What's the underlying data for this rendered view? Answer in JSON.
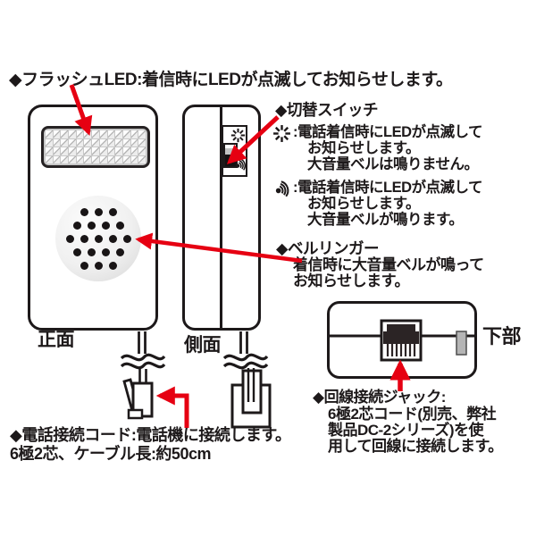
{
  "colors": {
    "accent_red": "#e60012",
    "ink": "#1d191a",
    "tab_gray": "#b5b5b5"
  },
  "icons": {
    "flash": "flash-burst-icon",
    "bell": "sound-waves-icon"
  },
  "flash_led_note": "◆フラッシュLED:着信時にLEDが点滅してお知らせします。",
  "front_view": {
    "label": "正面"
  },
  "side_view": {
    "label": "側面"
  },
  "bottom_view": {
    "label": "下部"
  },
  "switch_section": {
    "title": "◆切替スイッチ",
    "modes": [
      {
        "icon": "flash-burst-icon",
        "lines": [
          ":電話着信時にLEDが点滅して",
          "お知らせします。",
          "大音量ベルは鳴りません。"
        ]
      },
      {
        "icon": "sound-waves-icon",
        "lines": [
          ":電話着信時にLEDが点滅して",
          "お知らせします。",
          "大音量ベルが鳴ります。"
        ]
      }
    ]
  },
  "bell_ringer_section": {
    "title": "◆ベルリンガー",
    "lines": [
      "着信時に大音量ベルが鳴って",
      "お知らせします。"
    ]
  },
  "line_jack_section": {
    "title": "◆回線接続ジャック:",
    "lines": [
      "6極2芯コード(別売、弊社",
      "製品DC-2シリーズ)を使",
      "用して回線に接続します。"
    ]
  },
  "phone_cord_section": {
    "lines": [
      "◆電話接続コード:電話機に接続します。",
      "6極2芯、ケーブル長:約50cm"
    ]
  }
}
